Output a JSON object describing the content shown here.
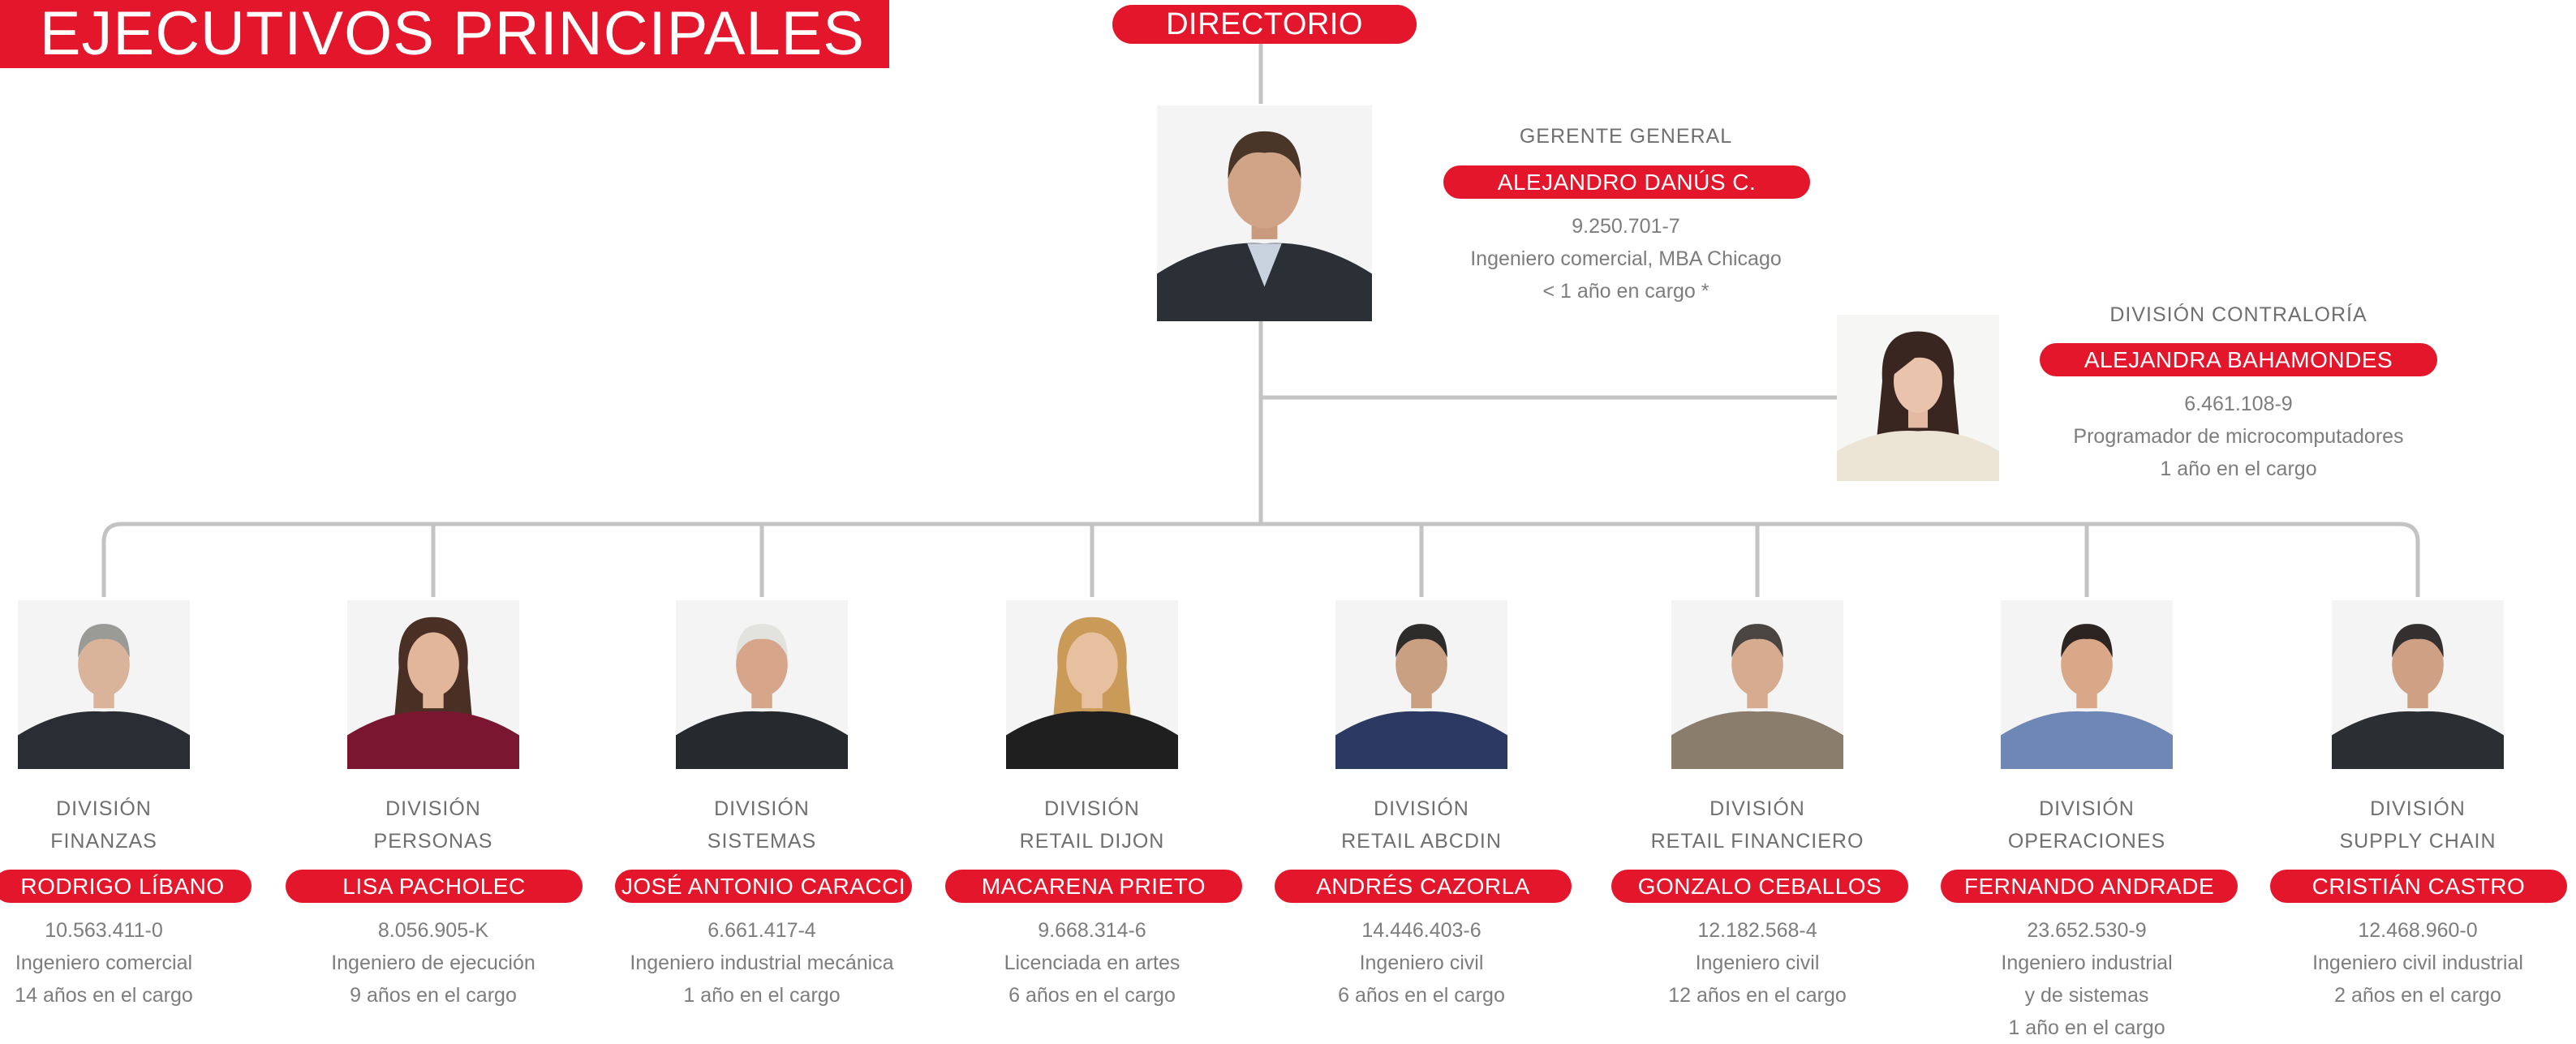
{
  "title": "EJECUTIVOS PRINCIPALES",
  "board": {
    "label": "DIRECTORIO"
  },
  "ceo": {
    "role": "GERENTE GENERAL",
    "name": "ALEJANDRO DANÚS C.",
    "id": "9.250.701-7",
    "profession": "Ingeniero comercial, MBA Chicago",
    "tenure": "< 1 año en cargo *"
  },
  "comptroller": {
    "role": "DIVISIÓN CONTRALORÍA",
    "name": "ALEJANDRA BAHAMONDES",
    "id": "6.461.108-9",
    "profession": "Programador de microcomputadores",
    "tenure": "1 año en el cargo"
  },
  "executives": [
    {
      "division_1": "DIVISIÓN",
      "division_2": "FINANZAS",
      "name": "RODRIGO LÍBANO",
      "id": "10.563.411-0",
      "profession_1": "Ingeniero comercial",
      "profession_2": "",
      "tenure": "14 años en el cargo"
    },
    {
      "division_1": "DIVISIÓN",
      "division_2": "PERSONAS",
      "name": "LISA PACHOLEC",
      "id": "8.056.905-K",
      "profession_1": "Ingeniero de ejecución",
      "profession_2": "",
      "tenure": "9 años en el cargo"
    },
    {
      "division_1": "DIVISIÓN",
      "division_2": "SISTEMAS",
      "name": "JOSÉ ANTONIO CARACCI",
      "id": "6.661.417-4",
      "profession_1": "Ingeniero industrial mecánica",
      "profession_2": "",
      "tenure": "1 año en el cargo"
    },
    {
      "division_1": "DIVISIÓN",
      "division_2": "RETAIL DIJON",
      "name": "MACARENA PRIETO",
      "id": "9.668.314-6",
      "profession_1": "Licenciada en artes",
      "profession_2": "",
      "tenure": "6 años en el cargo"
    },
    {
      "division_1": "DIVISIÓN",
      "division_2": "RETAIL ABCDIN",
      "name": "ANDRÉS CAZORLA",
      "id": "14.446.403-6",
      "profession_1": "Ingeniero civil",
      "profession_2": "",
      "tenure": "6 años en el cargo"
    },
    {
      "division_1": "DIVISIÓN",
      "division_2": "RETAIL FINANCIERO",
      "name": "GONZALO CEBALLOS",
      "id": "12.182.568-4",
      "profession_1": "Ingeniero civil",
      "profession_2": "",
      "tenure": "12 años en el cargo"
    },
    {
      "division_1": "DIVISIÓN",
      "division_2": "OPERACIONES",
      "name": "FERNANDO ANDRADE",
      "id": "23.652.530-9",
      "profession_1": "Ingeniero industrial",
      "profession_2": "y de sistemas",
      "tenure": "1 año en el cargo"
    },
    {
      "division_1": "DIVISIÓN",
      "division_2": "SUPPLY CHAIN",
      "name": "CRISTIÁN CASTRO",
      "id": "12.468.960-0",
      "profession_1": "Ingeniero civil industrial",
      "profession_2": "",
      "tenure": "2 años en el cargo"
    }
  ],
  "colors": {
    "accent": "#e4162b",
    "text": "#7d7d7d",
    "line": "#c3c3c3"
  }
}
